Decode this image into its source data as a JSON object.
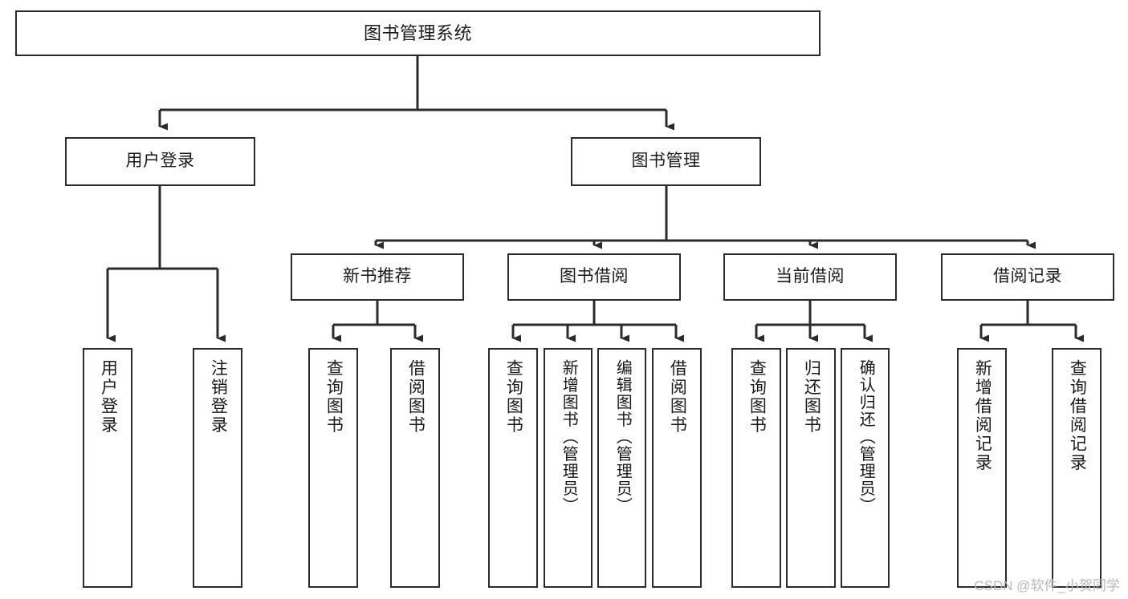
{
  "diagram": {
    "type": "tree",
    "title": "图书管理系统",
    "orientation": "top-down",
    "colors": {
      "box_border": "#2b2b2b",
      "box_fill": "#ffffff",
      "connector": "#2b2b2b",
      "text": "#1a1a1a",
      "watermark": "#b9b9b9",
      "background": "#ffffff"
    },
    "root": {
      "label": "图书管理系统",
      "name": "node-library-management-system"
    },
    "level2": [
      {
        "label": "用户登录",
        "name": "node-user-login"
      },
      {
        "label": "图书管理",
        "name": "node-book-management"
      }
    ],
    "level3": [
      {
        "label": "新书推荐",
        "name": "node-new-book-recommend"
      },
      {
        "label": "图书借阅",
        "name": "node-book-borrow"
      },
      {
        "label": "当前借阅",
        "name": "node-current-borrow"
      },
      {
        "label": "借阅记录",
        "name": "node-borrow-record"
      }
    ],
    "leaves": {
      "user_login": [
        {
          "label": "用户登录",
          "name": "leaf-user-login"
        },
        {
          "label": "注销登录",
          "name": "leaf-logout"
        }
      ],
      "new_book_recommend": [
        {
          "label": "查询图书",
          "name": "leaf-query-book-recommend"
        },
        {
          "label": "借阅图书",
          "name": "leaf-borrow-book-recommend"
        }
      ],
      "book_borrow": [
        {
          "label": "查询图书",
          "name": "leaf-query-book-borrow"
        },
        {
          "label": "新增图书（管理员）",
          "name": "leaf-add-book-admin"
        },
        {
          "label": "编辑图书（管理员）",
          "name": "leaf-edit-book-admin"
        },
        {
          "label": "借阅图书",
          "name": "leaf-borrow-book"
        }
      ],
      "current_borrow": [
        {
          "label": "查询图书",
          "name": "leaf-query-book-current"
        },
        {
          "label": "归还图书",
          "name": "leaf-return-book"
        },
        {
          "label": "确认归还（管理员）",
          "name": "leaf-confirm-return-admin"
        }
      ],
      "borrow_record": [
        {
          "label": "新增借阅记录",
          "name": "leaf-add-borrow-record"
        },
        {
          "label": "查询借阅记录",
          "name": "leaf-query-borrow-record"
        }
      ]
    },
    "watermark": "CSDN @软件_小贺同学"
  }
}
